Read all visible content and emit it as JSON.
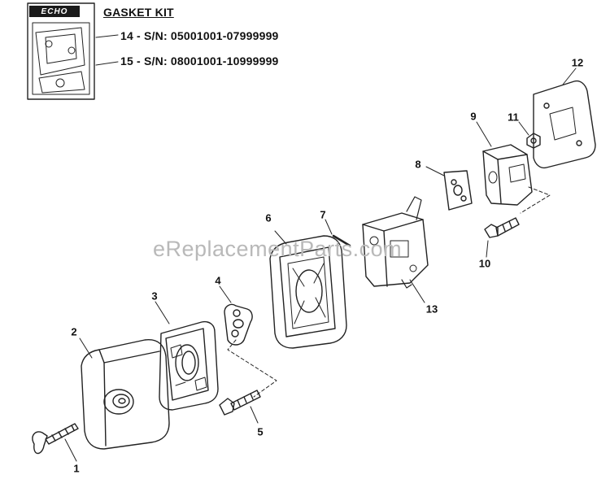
{
  "logo_text": "ECHO",
  "gasket_kit": {
    "title": "GASKET KIT",
    "lines": [
      "14 - S/N: 05001001-07999999",
      "15 - S/N: 08001001-10999999"
    ]
  },
  "watermark": "eReplacementParts.com",
  "callouts": [
    "1",
    "2",
    "3",
    "4",
    "5",
    "6",
    "7",
    "8",
    "9",
    "10",
    "11",
    "12",
    "13"
  ]
}
